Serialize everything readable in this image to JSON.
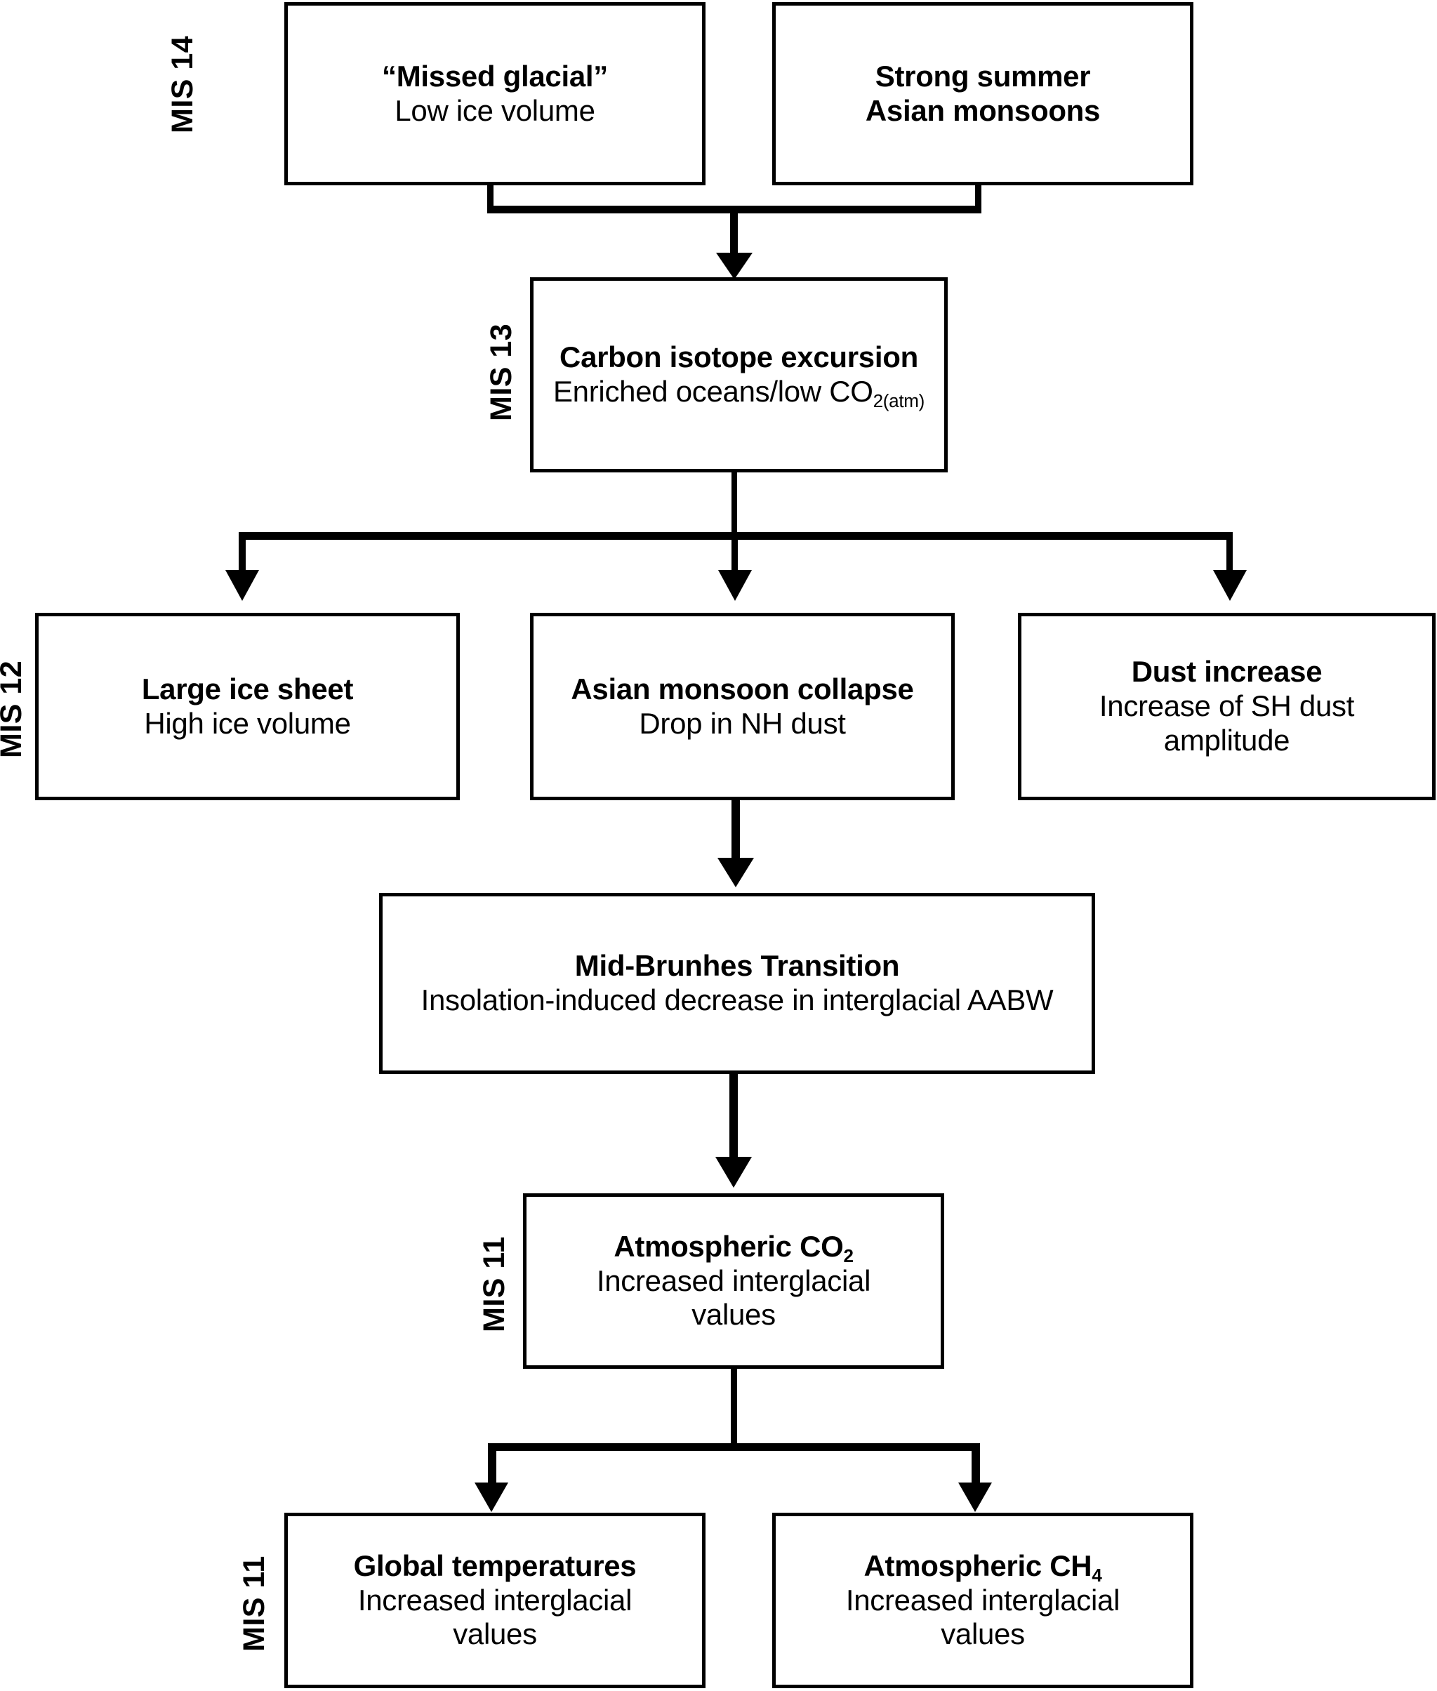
{
  "diagram": {
    "title": "MIS 14 to MIS 11 climate cascade flowchart",
    "stroke_color": "#000000",
    "background_color": "#ffffff"
  },
  "stage_labels": {
    "mis14": "MIS 14",
    "mis13": "MIS 13",
    "mis12": "MIS 12",
    "mis11_co2": "MIS 11",
    "mis11_bottom": "MIS 11"
  },
  "nodes": {
    "missed_glacial": {
      "title": "“Missed glacial”",
      "sub": "Low ice volume"
    },
    "strong_monsoons": {
      "title_line1": "Strong summer",
      "title_line2": "Asian monsoons"
    },
    "carbon_isotope": {
      "title": "Carbon isotope excursion",
      "sub_prefix": "Enriched oceans/low CO",
      "sub_subscript": "2(atm)"
    },
    "large_ice_sheet": {
      "title": "Large ice sheet",
      "sub": "High ice volume"
    },
    "monsoon_collapse": {
      "title": "Asian monsoon collapse",
      "sub": "Drop in NH dust"
    },
    "dust_increase": {
      "title": "Dust increase",
      "sub_line1": "Increase of SH dust",
      "sub_line2": "amplitude"
    },
    "mid_brunhes": {
      "title": "Mid-Brunhes Transition",
      "sub": "Insolation-induced decrease in interglacial AABW"
    },
    "atmospheric_co2": {
      "title_prefix": "Atmospheric CO",
      "title_subscript": "2",
      "sub_line1": "Increased interglacial",
      "sub_line2": "values"
    },
    "global_temperatures": {
      "title": "Global temperatures",
      "sub_line1": "Increased interglacial",
      "sub_line2": "values"
    },
    "atmospheric_ch4": {
      "title_prefix": "Atmospheric CH",
      "title_subscript": "4",
      "sub_line1": "Increased interglacial",
      "sub_line2": "values"
    }
  },
  "connectors": [
    {
      "name": "merge-mis14-to-mis13",
      "from": [
        "missed_glacial",
        "strong_monsoons"
      ],
      "to": "carbon_isotope"
    },
    {
      "name": "split-mis13-to-mis12",
      "from": "carbon_isotope",
      "to": [
        "large_ice_sheet",
        "monsoon_collapse",
        "dust_increase"
      ]
    },
    {
      "name": "monsoon-collapse-to-mid-brunhes",
      "from": "monsoon_collapse",
      "to": "mid_brunhes"
    },
    {
      "name": "mid-brunhes-to-co2",
      "from": "mid_brunhes",
      "to": "atmospheric_co2"
    },
    {
      "name": "split-co2-to-temp-and-ch4",
      "from": "atmospheric_co2",
      "to": [
        "global_temperatures",
        "atmospheric_ch4"
      ]
    }
  ]
}
